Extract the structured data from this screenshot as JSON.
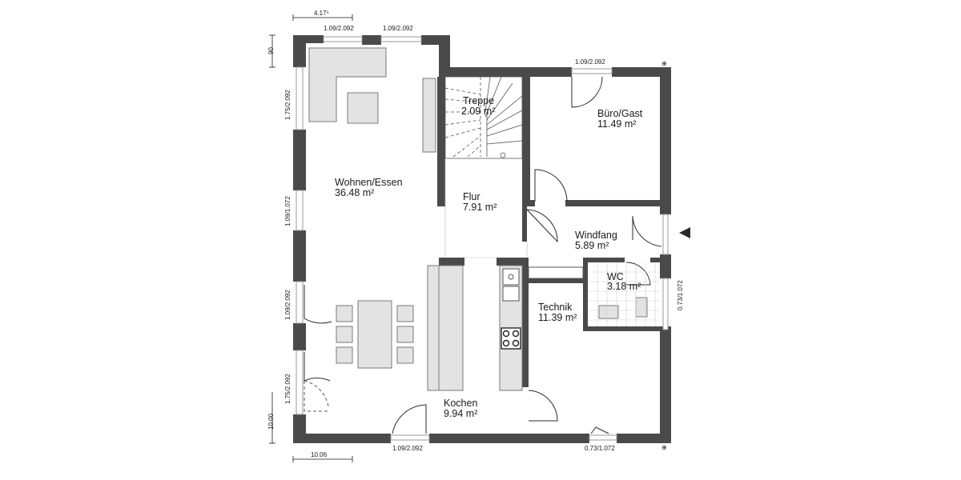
{
  "rooms": [
    {
      "name": "Treppe",
      "area": "2.09 m²"
    },
    {
      "name": "Büro/Gast",
      "area": "11.49 m²"
    },
    {
      "name": "Wohnen/Essen",
      "area": "36.48 m²"
    },
    {
      "name": "Flur",
      "area": "7.91 m²"
    },
    {
      "name": "Windfang",
      "area": "5.89 m²"
    },
    {
      "name": "WC",
      "area": "3.18 m²"
    },
    {
      "name": "Technik",
      "area": "11.39 m²"
    },
    {
      "name": "Kochen",
      "area": "9.94 m²"
    }
  ],
  "dimensions": {
    "top_width": "4.17⁵",
    "top_win_1": "1.09/2.092",
    "top_win_2": "1.09/2.092",
    "top_right_win": "1.09/2.092",
    "left_height_top": "90",
    "left_win_1": "1.75/2.092",
    "left_win_2": "1.09/1.072",
    "left_win_3": "1.09/2.092",
    "left_win_4": "1.75/2.092",
    "left_height_total": "10.00",
    "bottom_width": "10.06",
    "bottom_win_1": "1.09/2.092",
    "bottom_win_2": "0.73/1.072",
    "right_win": "0.73/1.072"
  },
  "colors": {
    "wall": "#4a4a4a",
    "furniture": "#e3e3e3"
  }
}
